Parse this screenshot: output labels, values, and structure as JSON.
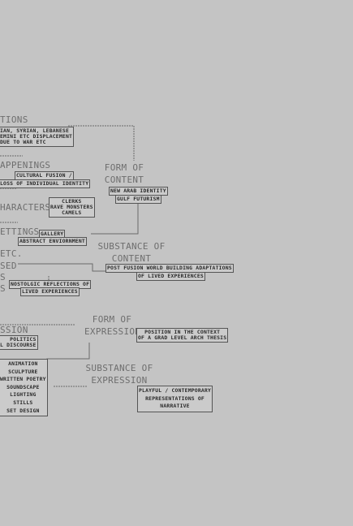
{
  "left_headings": {
    "tions": "TIONS",
    "appenings": "APPENINGS",
    "haracters": "HARACTERS",
    "ettings": "ETTINGS",
    "etc": "ETC.",
    "sed": "SED",
    "s1": "S",
    "s2": "S",
    "ssion": "SSION"
  },
  "categories": {
    "form_of_content": [
      "FORM OF",
      "CONTENT"
    ],
    "substance_of_content": [
      "SUBSTANCE OF",
      "CONTENT"
    ],
    "form_of_expression": [
      "FORM OF",
      "EXPRESSION"
    ],
    "substance_of_expression": [
      "SUBSTANCE OF",
      "EXPRESSION"
    ]
  },
  "boxes": {
    "displacement": [
      "IAN, SYRIAN, LEBANESE",
      "EMINI ETC DISPLACEMENT",
      "DUE TO WAR ETC"
    ],
    "cultural_fusion": [
      "CULTURAL FUSION /"
    ],
    "loss_identity": [
      "LOSS OF INDIVIDUAL IDENTITY"
    ],
    "arab_identity": [
      "NEW ARAB IDENTITY"
    ],
    "gulf_futurism": [
      "GULF FUTURISM"
    ],
    "characters": [
      "CLERKS",
      "RAVE MONSTERS",
      "CAMELS"
    ],
    "gallery": [
      "GALLERY"
    ],
    "abstract_env": [
      "ABSTRACT ENVIORNMENT"
    ],
    "post_fusion": [
      "POST FUSION WORLD BUILDING ADAPTATIONS"
    ],
    "lived_exp": [
      "OF LIVED EXPERIENCES"
    ],
    "nostalgic": [
      "NOSTOLGIC REFLECTIONS OF"
    ],
    "nostalgic2": [
      "LIVED EXPERIENCES"
    ],
    "politics": [
      "POLITICS",
      "L DISCOURSE"
    ],
    "thesis": [
      "POSITION IN THE CONTEXT",
      "OF A GRAD LEVEL ARCH THESIS"
    ],
    "media": [
      "ANIMATION",
      "SCULPTURE",
      "WRITTEN POETRY",
      "SOUNDSCAPE",
      "LIGHTING",
      "STILLS",
      "SET DESIGN"
    ],
    "playful": [
      "PLAYFUL / CONTEMPORARY",
      "REPRESENTATIONS OF",
      "NARRATIVE"
    ]
  }
}
